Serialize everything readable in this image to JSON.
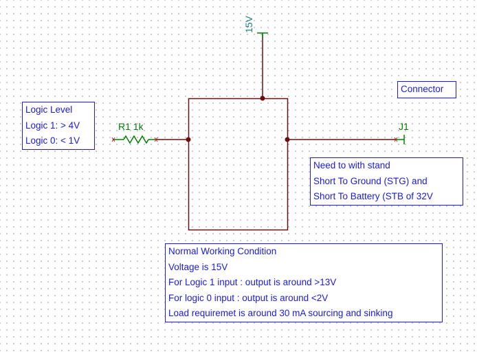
{
  "colors": {
    "wire": "#6b0f0f",
    "note": "#1a1ae0",
    "component": "#008000",
    "power_label": "#208080",
    "pin": "#c02020"
  },
  "power": {
    "label": "15V",
    "icon": "power-rail-icon"
  },
  "resistor": {
    "label": "R1 1k",
    "icon": "resistor-icon"
  },
  "connector": {
    "label": "J1",
    "icon": "connector-pin-icon"
  },
  "notes": {
    "connector": {
      "lines": [
        "Connector"
      ]
    },
    "logic_level": {
      "lines": [
        "Logic Level",
        "Logic 1: > 4V",
        "Logic 0: < 1V"
      ]
    },
    "stand": {
      "lines": [
        "Need to with stand",
        "Short To Ground (STG) and",
        "Short To Battery (STB of 32V"
      ]
    },
    "working": {
      "lines": [
        "Normal Working Condition",
        "Voltage is 15V",
        "For Logic 1 input : output is around >13V",
        "For logic 0 input : output is around <2V",
        "Load requiremet is around 30 mA sourcing and sinking"
      ]
    }
  }
}
